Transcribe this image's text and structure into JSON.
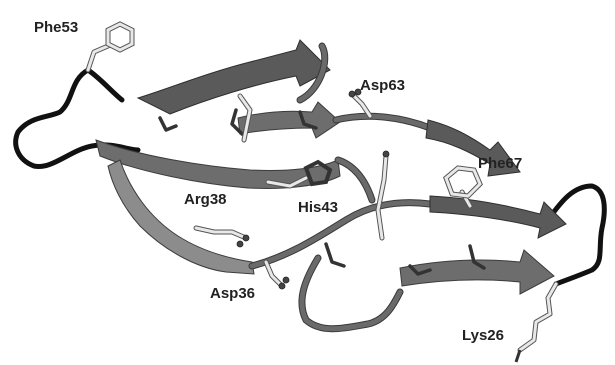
{
  "residues": {
    "phe53": "Phe53",
    "asp63": "Asp63",
    "phe67": "Phe67",
    "arg38": "Arg38",
    "his43": "His43",
    "asp36": "Asp36",
    "lys26": "Lys26"
  }
}
